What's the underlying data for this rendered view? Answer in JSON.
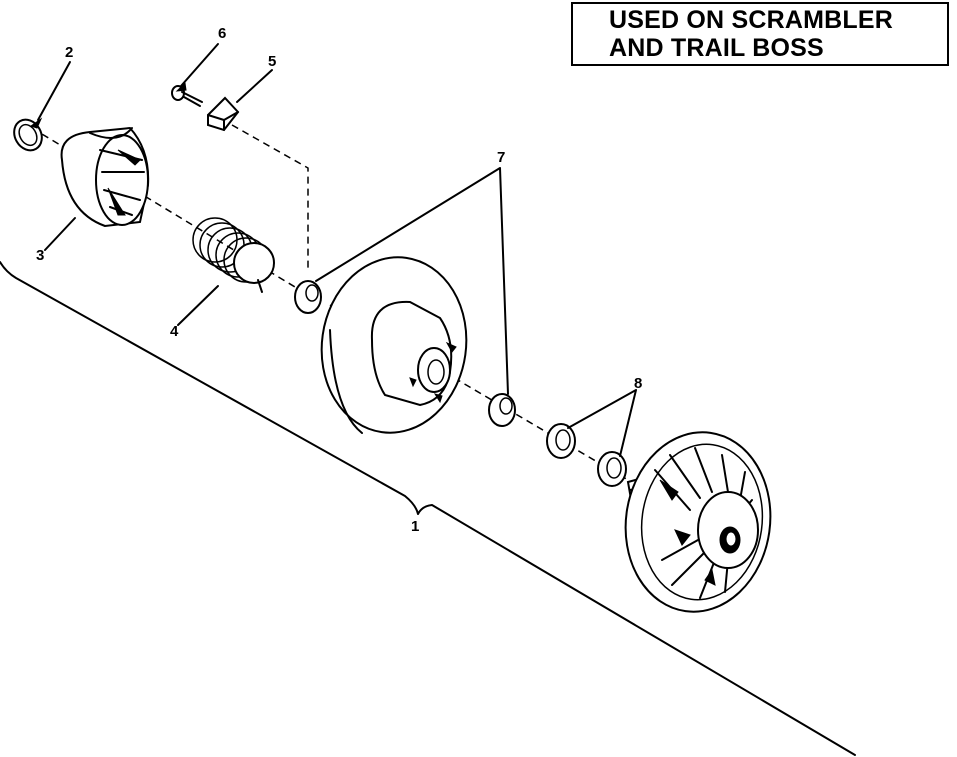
{
  "note": {
    "line1": "USED ON SCRAMBLER",
    "line2": "AND TRAIL BOSS"
  },
  "callouts": {
    "c1": "1",
    "c2": "2",
    "c3": "3",
    "c4": "4",
    "c5": "5",
    "c6": "6",
    "c7": "7",
    "c8": "8"
  }
}
